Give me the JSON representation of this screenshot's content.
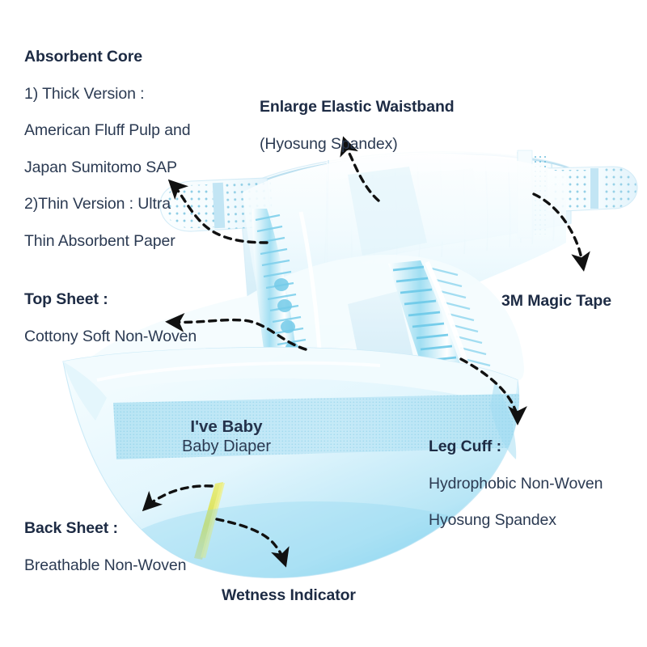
{
  "page": {
    "title": "Baby Diaper Product Feature Diagram",
    "background_color": "#ffffff",
    "text_color": "#1d2b44"
  },
  "brand": {
    "name": "I've Baby",
    "product": "Baby Diaper"
  },
  "callouts": [
    {
      "id": "absorbent-core",
      "heading": "Absorbent Core",
      "lines": [
        "1) Thick Version :",
        "American Fluff Pulp and",
        "Japan Sumitomo SAP",
        "2)Thin Version : Ultra",
        "Thin Absorbent Paper"
      ]
    },
    {
      "id": "elastic-waistband",
      "heading": "Enlarge Elastic Waistband",
      "lines": [
        "(Hyosung Spandex)"
      ]
    },
    {
      "id": "magic-tape",
      "heading": "3M Magic Tape",
      "lines": []
    },
    {
      "id": "top-sheet",
      "heading": "Top Sheet :",
      "lines": [
        "Cottony Soft Non-Woven"
      ]
    },
    {
      "id": "leg-cuff",
      "heading": "Leg Cuff :",
      "lines": [
        "Hydrophobic Non-Woven",
        "Hyosung Spandex"
      ]
    },
    {
      "id": "back-sheet",
      "heading": "Back Sheet :",
      "lines": [
        "Breathable Non-Woven"
      ]
    },
    {
      "id": "wetness-indicator",
      "heading": "Wetness Indicator",
      "lines": []
    }
  ],
  "colors": {
    "diaper_light": "#f4fbfe",
    "diaper_mid": "#cdeaf6",
    "diaper_blue": "#8fd8ef",
    "diaper_deep": "#5ec6e8",
    "wetness_stripe": "#d9e04a",
    "arrow": "#111111",
    "tape_dot": "#6fbedd"
  },
  "arrows": {
    "count": 7,
    "style": "dashed-curve-with-solid-arrowhead"
  }
}
